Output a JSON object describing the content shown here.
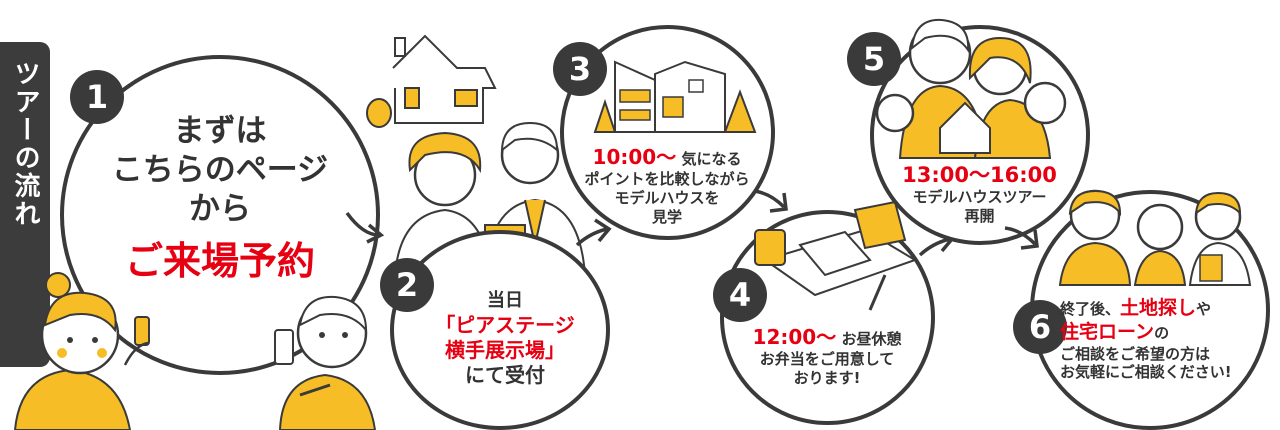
{
  "side_label": "ツアーの流れ",
  "colors": {
    "accent_red": "#e60012",
    "accent_yellow": "#f6bd27",
    "ink": "#3a3a3a"
  },
  "steps": [
    {
      "num": "1",
      "lines": [
        "まずは",
        "こちらのページ",
        "から"
      ],
      "highlight": "ご来場予約"
    },
    {
      "num": "2",
      "line1": "当日",
      "red_lines": [
        "「ピアステージ",
        "横手展示場」"
      ],
      "line_end": "にて受付"
    },
    {
      "num": "3",
      "time": "10:00～",
      "lines": [
        "気になる",
        "ポイントを比較しながら",
        "モデルハウスを",
        "見学"
      ]
    },
    {
      "num": "4",
      "time": "12:00～",
      "label": "お昼休憩",
      "lines": [
        "お弁当をご用意して",
        "おります!"
      ]
    },
    {
      "num": "5",
      "time": "13:00～16:00",
      "lines": [
        "モデルハウスツアー",
        "再開"
      ]
    },
    {
      "num": "6",
      "prefix": "終了後、",
      "red1": "土地探し",
      "mid": "や",
      "red2": "住宅ローン",
      "suffix": "の",
      "lines": [
        "ご相談をご希望の方は",
        "お気軽にご相談ください!"
      ]
    }
  ]
}
